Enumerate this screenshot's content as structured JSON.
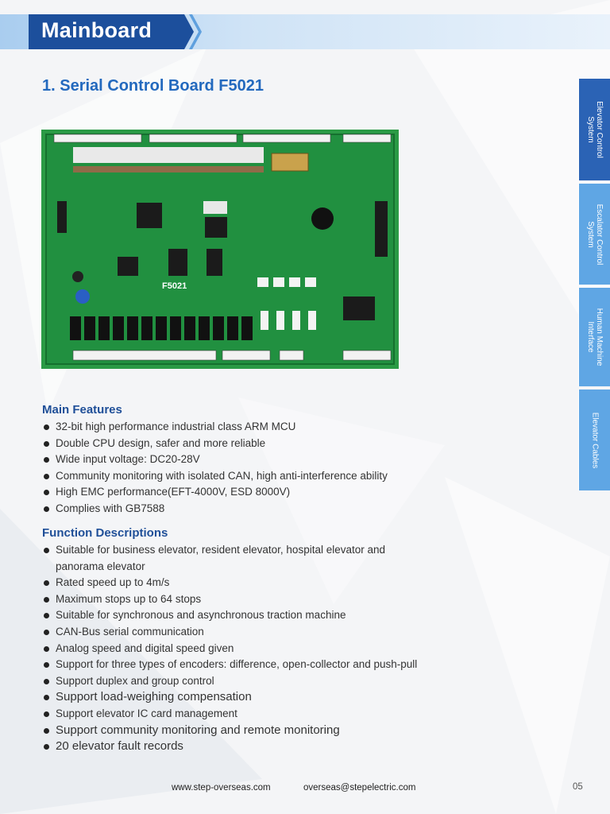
{
  "header": {
    "title": "Mainboard",
    "section_title": "1. Serial Control Board F5021"
  },
  "board_image": {
    "silk_label": "F5021",
    "icon": "circuit-board-photo"
  },
  "side_tabs": [
    {
      "label": "Elevator Control System",
      "active": true
    },
    {
      "label": "Escalator Control System",
      "active": false
    },
    {
      "label": "Human Machine Interface",
      "active": false
    },
    {
      "label": "Elevator Cables",
      "active": false
    }
  ],
  "main_features": {
    "heading": "Main Features",
    "items": [
      "32-bit high performance industrial class ARM MCU",
      "Double CPU design, safer and more reliable",
      "Wide input voltage: DC20-28V",
      "Community monitoring with isolated CAN, high anti-interference ability",
      "High EMC performance(EFT-4000V, ESD 8000V)",
      "Complies with GB7588"
    ]
  },
  "function_descriptions": {
    "heading": "Function Descriptions",
    "items": [
      "Suitable for business elevator, resident elevator, hospital elevator and panorama elevator",
      "Rated speed up to 4m/s",
      "Maximum stops up to 64 stops",
      "Suitable for synchronous and asynchronous traction machine",
      "CAN-Bus serial communication",
      "Analog speed and digital speed given",
      "Support for three types of encoders: difference, open-collector and push-pull",
      "Support duplex and group control",
      "Support load-weighing compensation",
      "Support elevator IC card management",
      "Support community monitoring and remote monitoring",
      "20 elevator fault records"
    ]
  },
  "footer": {
    "website": "www.step-overseas.com",
    "email": "overseas@stepelectric.com",
    "page_number": "05"
  },
  "colors": {
    "banner_blue": "#1c4f9c",
    "title_blue": "#2369be",
    "tab_active": "#2b63b5",
    "tab_inactive": "#5fa6e4",
    "pcb_green": "#1f8a3a"
  }
}
